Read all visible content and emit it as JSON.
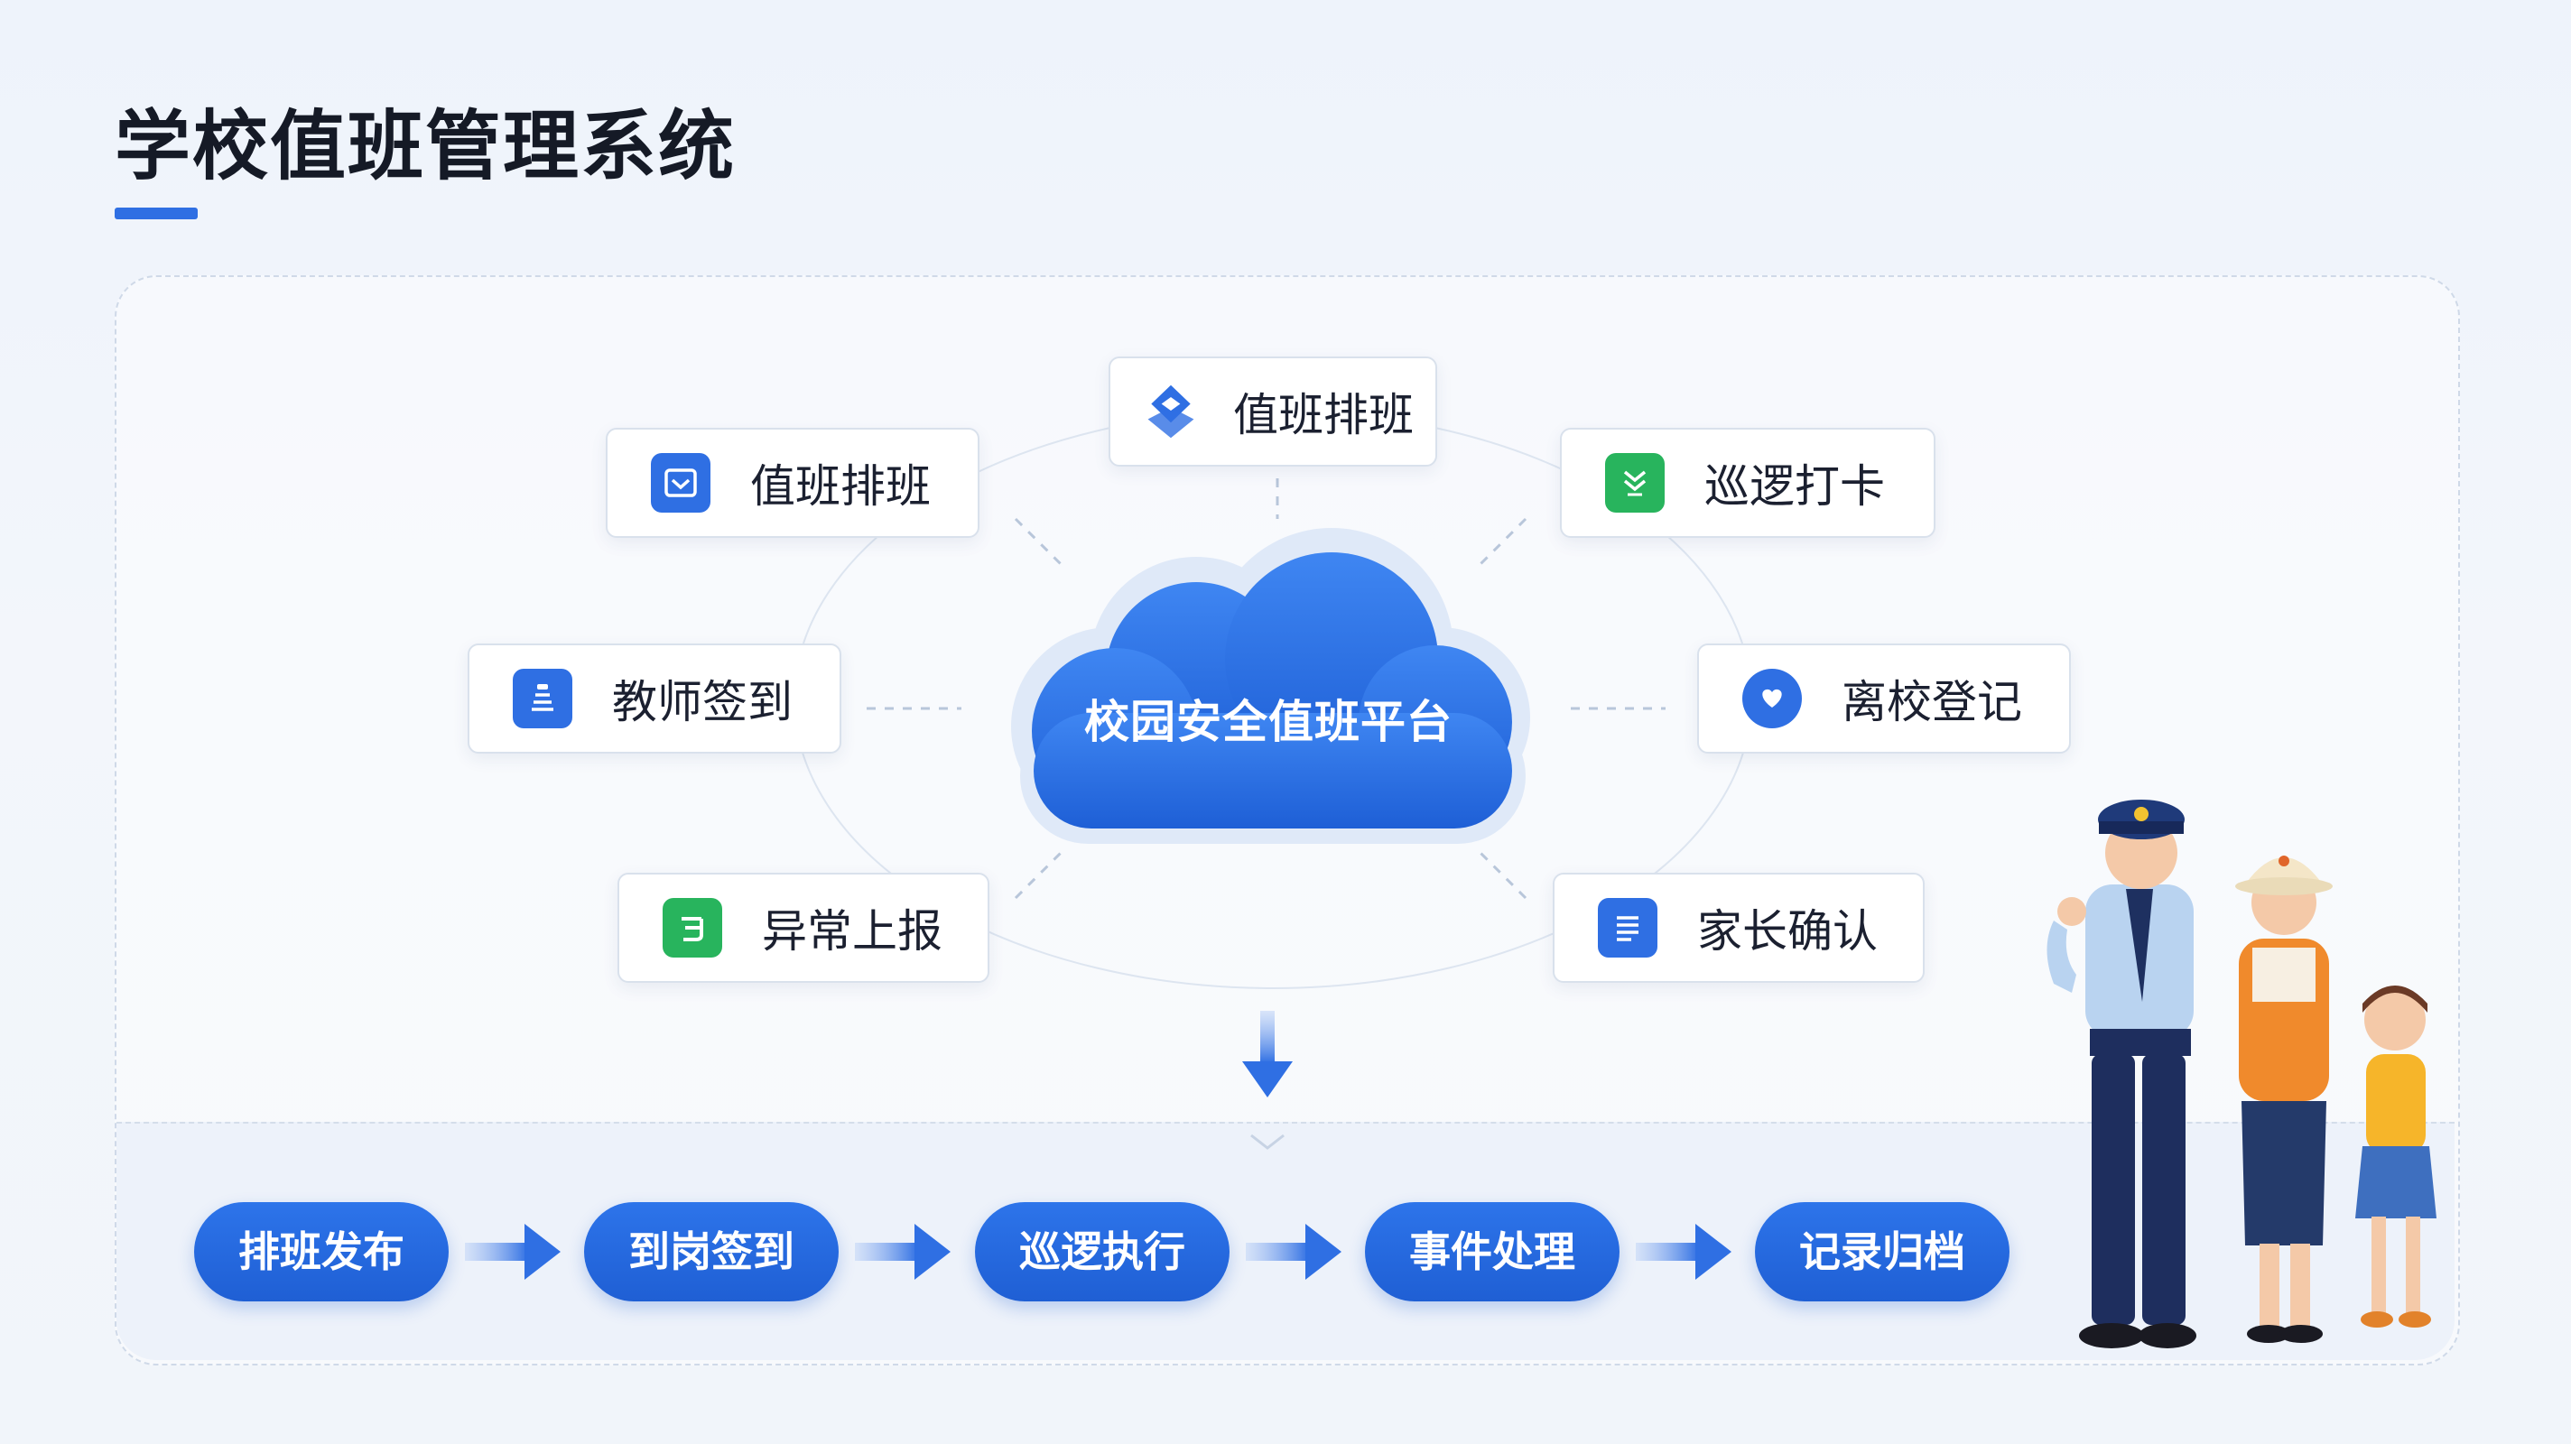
{
  "title": "学校值班管理系统",
  "center": {
    "label": "校园安全值班平台"
  },
  "nodes": [
    {
      "id": "top",
      "label": "值班排班",
      "icon": "diamond-layers-icon",
      "color": "#2f6fe3"
    },
    {
      "id": "upper-left",
      "label": "值班排班",
      "icon": "calendar-icon",
      "color": "#2f6fe3"
    },
    {
      "id": "upper-right",
      "label": "巡逻打卡",
      "icon": "chevron-check-icon",
      "color": "#28b45d"
    },
    {
      "id": "mid-left",
      "label": "教师签到",
      "icon": "clipboard-icon",
      "color": "#2f6fe3"
    },
    {
      "id": "mid-right",
      "label": "离校登记",
      "icon": "heart-chat-icon",
      "color": "#2f6fe3"
    },
    {
      "id": "lower-left",
      "label": "异常上报",
      "icon": "report-icon",
      "color": "#28b45d"
    },
    {
      "id": "lower-right",
      "label": "家长确认",
      "icon": "document-icon",
      "color": "#2f6fe3"
    }
  ],
  "flow": [
    {
      "label": "排班发布"
    },
    {
      "label": "到岗签到"
    },
    {
      "label": "巡逻执行"
    },
    {
      "label": "事件处理"
    },
    {
      "label": "记录归档"
    }
  ],
  "colors": {
    "accent": "#2f6fe3",
    "green": "#28b45d",
    "text": "#1b2030"
  }
}
